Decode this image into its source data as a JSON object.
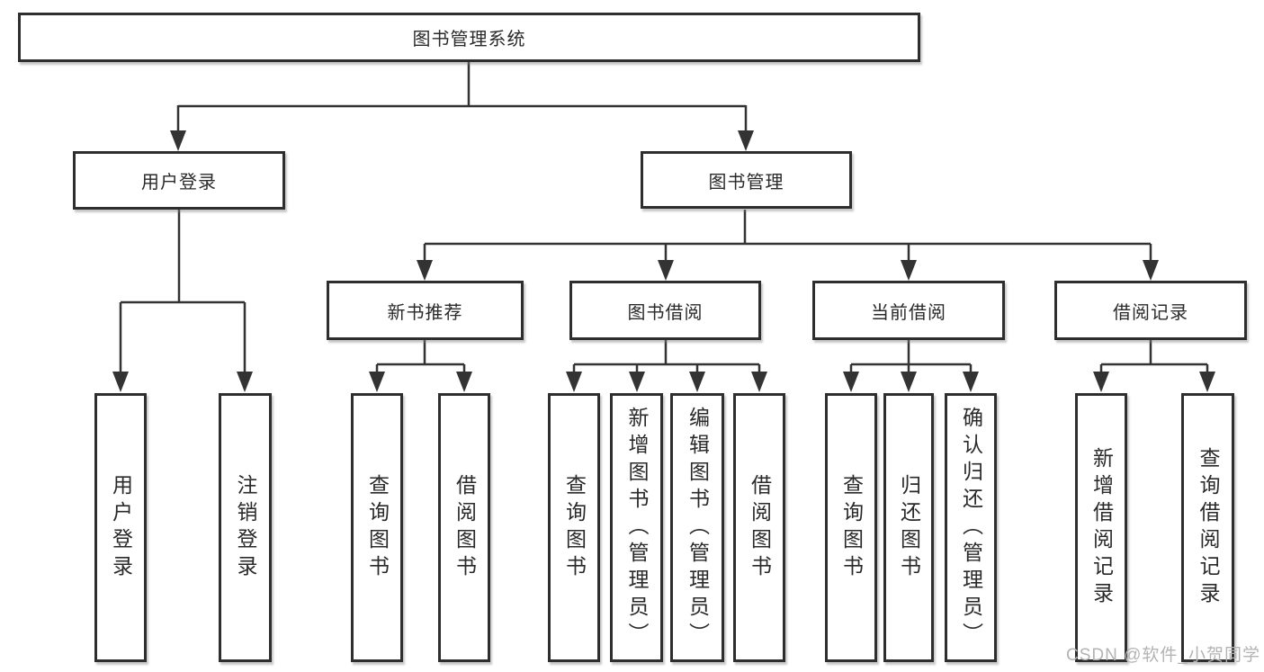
{
  "nodes": {
    "root": "图书管理系统",
    "level2": {
      "user_login": "用户登录",
      "book_management": "图书管理"
    },
    "level3": {
      "new_book_recommend": "新书推荐",
      "book_borrowing": "图书借阅",
      "current_borrowing": "当前借阅",
      "borrowing_records": "借阅记录"
    },
    "leaves": {
      "user_login": [
        "用户登录",
        "注销登录"
      ],
      "new_book_recommend": [
        "查询图书",
        "借阅图书"
      ],
      "book_borrowing": [
        "查询图书",
        "新增图书（管理员）",
        "编辑图书（管理员）",
        "借阅图书"
      ],
      "current_borrowing": [
        "查询图书",
        "归还图书",
        "确认归还（管理员）"
      ],
      "borrowing_records": [
        "新增借阅记录",
        "查询借阅记录"
      ]
    }
  },
  "watermark": "CSDN @软件_小贺同学",
  "colors": {
    "line": "#333333",
    "box_border": "#2e2e2e",
    "text": "#2a2a2a",
    "watermark": "#b3b3b3",
    "background": "#ffffff"
  }
}
